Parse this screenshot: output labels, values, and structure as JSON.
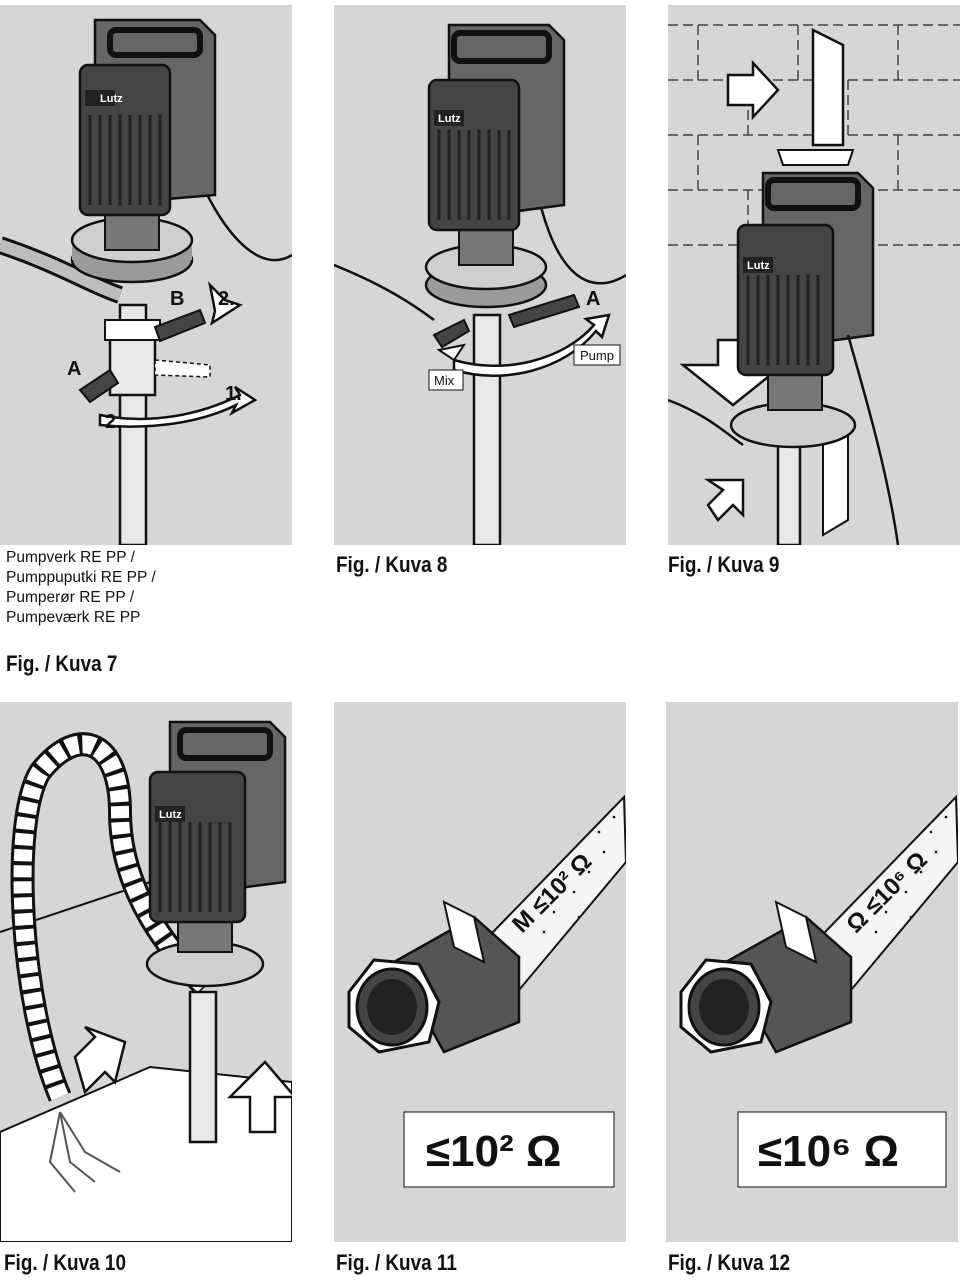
{
  "figures": {
    "fig7": {
      "caption": "Fig. / Kuva 7",
      "subcaption": [
        "Pumpverk RE PP /",
        "Pumppuputki RE PP /",
        "Pumperør RE PP /",
        "Pumpeværk RE PP"
      ],
      "labels": {
        "a": "A",
        "b": "B",
        "step1": "1.",
        "step2a": "2.",
        "step2b": "2."
      },
      "motor_brand": "Lutz"
    },
    "fig8": {
      "caption": "Fig. / Kuva 8",
      "labels": {
        "mix": "Mix",
        "pump": "Pump",
        "a": "A"
      },
      "motor_brand": "Lutz"
    },
    "fig9": {
      "caption": "Fig. / Kuva 9",
      "motor_brand": "Lutz"
    },
    "fig10": {
      "caption": "Fig. / Kuva 10",
      "motor_brand": "Lutz"
    },
    "fig11": {
      "caption": "Fig. / Kuva 11",
      "hose_marking": "M ≤10² Ω",
      "resistance_box": "≤10² Ω"
    },
    "fig12": {
      "caption": "Fig. / Kuva 12",
      "hose_marking": "Ω ≤10⁶ Ω",
      "resistance_box": "≤10⁶ Ω"
    }
  }
}
